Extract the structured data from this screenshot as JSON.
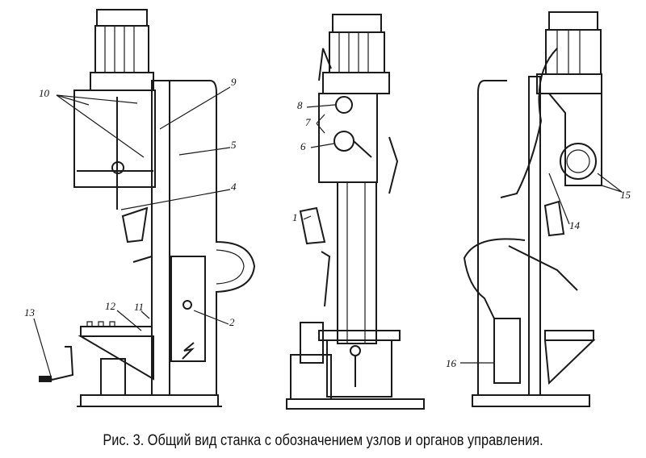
{
  "figure": {
    "caption": "Рис. 3. Общий вид станка с обозначением узлов и органов управления.",
    "labels": {
      "left_view": [
        "10",
        "9",
        "5",
        "4",
        "13",
        "12",
        "11",
        "2"
      ],
      "front_view": [
        "8",
        "7",
        "6",
        "1"
      ],
      "right_view": [
        "14",
        "15",
        "16"
      ]
    }
  }
}
